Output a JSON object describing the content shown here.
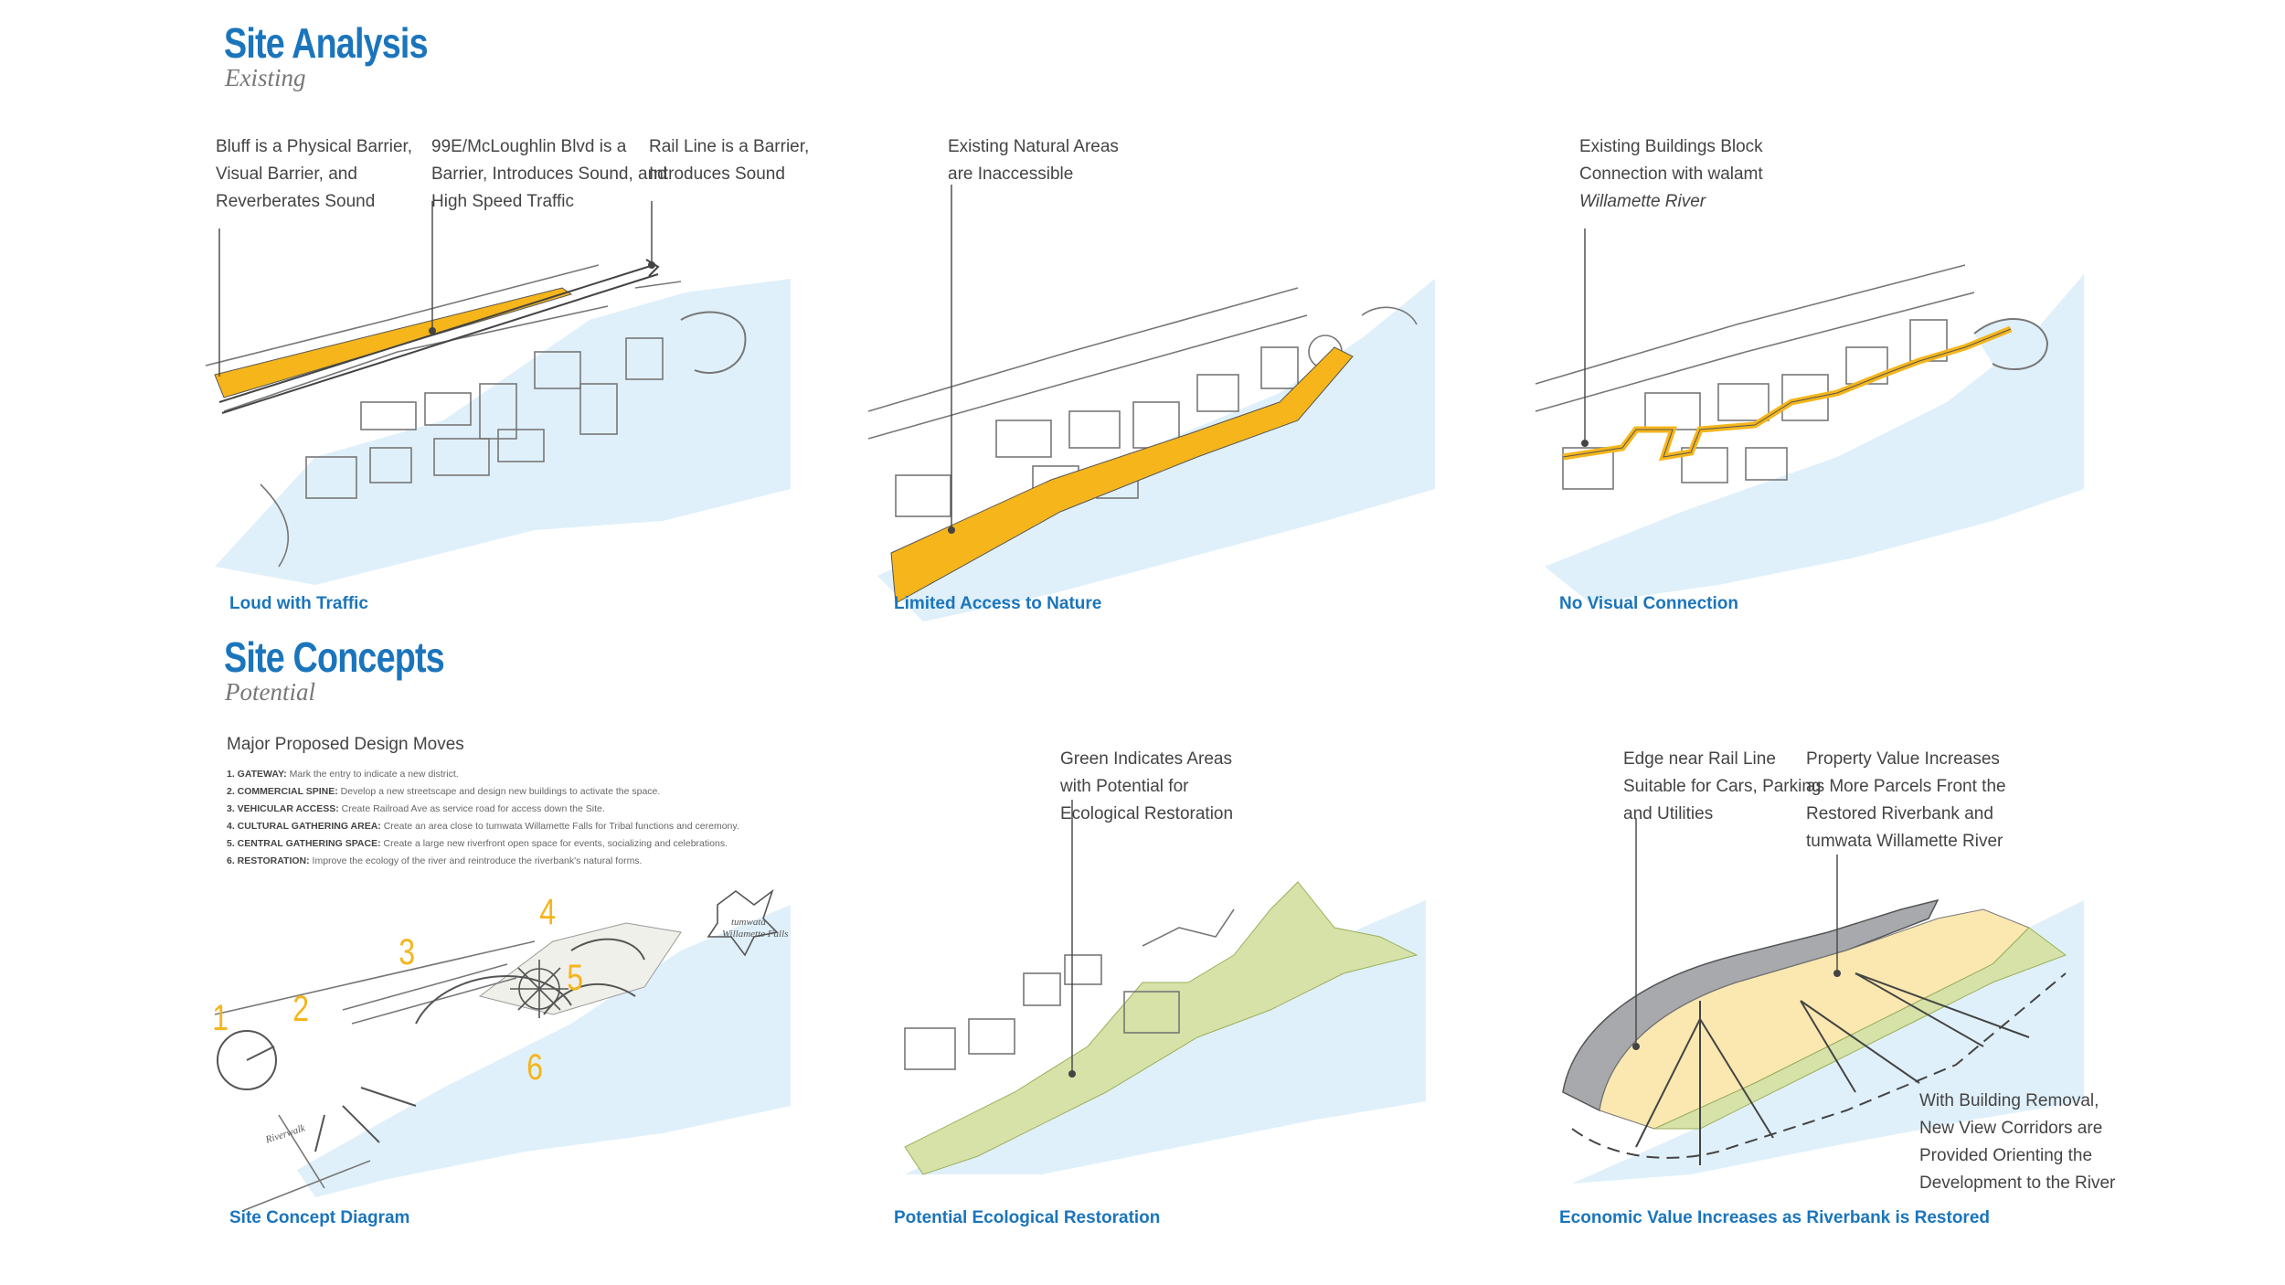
{
  "analysis": {
    "title": "Site Analysis",
    "subtitle": "Existing",
    "panels": [
      {
        "callouts": [
          {
            "lines": [
              "Bluff is a Physical Barrier,",
              "Visual Barrier, and",
              "Reverberates Sound"
            ]
          },
          {
            "lines": [
              "99E/McLoughlin Blvd is a",
              "Barrier, Introduces Sound, and",
              "High Speed Traffic"
            ]
          },
          {
            "lines": [
              "Rail Line is a Barrier,",
              "Introduces Sound"
            ]
          }
        ],
        "caption": "Loud with Traffic"
      },
      {
        "callouts": [
          {
            "lines": [
              "Existing Natural Areas",
              "are Inaccessible"
            ]
          }
        ],
        "caption": "Limited Access to Nature"
      },
      {
        "callouts": [
          {
            "lines": [
              "Existing Buildings Block",
              "Connection with walamt",
              "Willamette River"
            ]
          }
        ],
        "caption": "No Visual Connection"
      }
    ]
  },
  "concepts": {
    "title": "Site Concepts",
    "subtitle": "Potential",
    "moves_title": "Major Proposed Design Moves",
    "moves": [
      {
        "label": "1. GATEWAY:",
        "text": "Mark the entry to indicate a new district."
      },
      {
        "label": "2. COMMERCIAL SPINE:",
        "text": "Develop a new streetscape and design new buildings to activate the space."
      },
      {
        "label": "3. VEHICULAR ACCESS:",
        "text": "Create Railroad Ave as service road for access down the Site."
      },
      {
        "label": "4. CULTURAL GATHERING AREA:",
        "text": "Create an area close to tumwata Willamette Falls for Tribal functions and ceremony."
      },
      {
        "label": "5. CENTRAL GATHERING SPACE:",
        "text": "Create a large new riverfront open space for events, socializing and celebrations."
      },
      {
        "label": "6. RESTORATION:",
        "text": "Improve the ecology of the river and reintroduce the riverbank's natural forms."
      }
    ],
    "diagram_numbers": [
      "1",
      "2",
      "3",
      "4",
      "5",
      "6"
    ],
    "diagram_labels": {
      "riverwalk": "Riverwalk",
      "falls_top": "tumwata",
      "falls_bottom": "Willamette Falls"
    },
    "panels": [
      {
        "caption": "Site Concept Diagram"
      },
      {
        "callouts": [
          {
            "lines": [
              "Green Indicates Areas",
              "with Potential for",
              "Ecological Restoration"
            ]
          }
        ],
        "caption": "Potential Ecological Restoration"
      },
      {
        "callouts": [
          {
            "lines": [
              "Edge near Rail Line",
              "Suitable for Cars, Parking",
              "and Utilities"
            ]
          },
          {
            "lines": [
              "Property Value Increases",
              "as More Parcels Front the",
              "Restored Riverbank and",
              "tumwata Willamette River"
            ]
          },
          {
            "lines": [
              "With Building Removal,",
              "New View Corridors are",
              "Provided Orienting the",
              "Development to the River"
            ]
          }
        ],
        "caption": "Economic Value Increases as Riverbank is Restored"
      }
    ]
  },
  "colors": {
    "title_blue": "#1b75bc",
    "highlight_orange": "#f5b51b",
    "river_blue": "#dff0fa",
    "restoration_green": "#d6e2a8",
    "development_yellow": "#fbe8b0",
    "edge_gray": "#a7a9ac"
  }
}
